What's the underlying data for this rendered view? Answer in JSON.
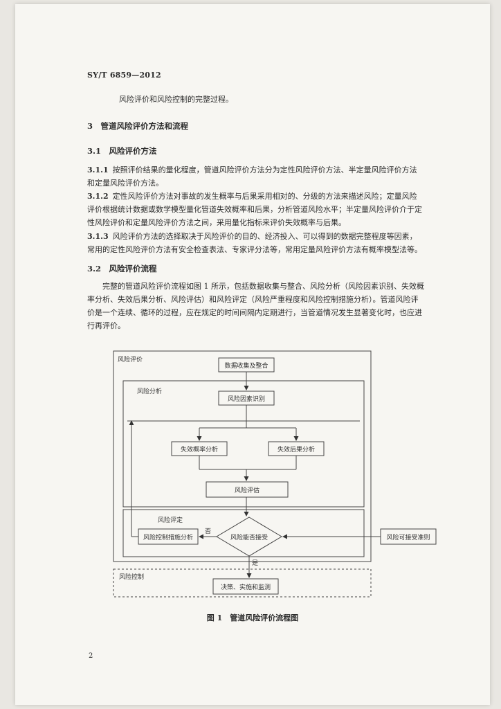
{
  "header": {
    "code": "SY/T 6859—2012"
  },
  "intro_line": "风险评价和风险控制的完整过程。",
  "sec3": {
    "title": "3　管道风险评价方法和流程"
  },
  "sec31": {
    "title": "3.1　风险评价方法"
  },
  "p311": {
    "num": "3.1.1",
    "l1": "按照评价结果的量化程度，管道风险评价方法分为定性风险评价方法、半定量风险评价方法",
    "l2": "和定量风险评价方法。"
  },
  "p312": {
    "num": "3.1.2",
    "l1": "定性风险评价方法对事故的发生概率与后果采用相对的、分级的方法来描述风险；定量风险",
    "l2": "评价根据统计数据或数学模型量化管道失效概率和后果，分析管道风险水平；半定量风险评价介于定",
    "l3": "性风险评价和定量风险评价方法之间，采用量化指标来评价失效概率与后果。"
  },
  "p313": {
    "num": "3.1.3",
    "l1": "风险评价方法的选择取决于风险评价的目的、经济投入、可以得到的数据完整程度等因素，",
    "l2": "常用的定性风险评价方法有安全检查表法、专家评分法等，常用定量风险评价方法有概率模型法等。"
  },
  "sec32": {
    "title": "3.2　风险评价流程"
  },
  "p32": {
    "l1": "完整的管道风险评价流程如图 1 所示，包括数据收集与整合、风险分析（风险因素识别、失效概",
    "l2": "率分析、失效后果分析、风险评估）和风险评定（风险严重程度和风险控制措施分析）。管道风险评",
    "l3": "价是一个连续、循环的过程，应在规定的时间间隔内定期进行，当管道情况发生显著变化时，也应进",
    "l4": "行再评价。"
  },
  "flow": {
    "outer_label": "风险评价",
    "data_collect": "数据收集及整合",
    "analysis_label": "风险分析",
    "factor_id": "风险因素识别",
    "prob_analysis": "失效概率分析",
    "cons_analysis": "失效后果分析",
    "risk_assess": "风险评估",
    "eval_label": "风险评定",
    "measure_analysis": "风险控制措施分析",
    "decision": "风险能否接受",
    "no_label": "否",
    "yes_label": "是",
    "criteria": "风险可接受准则",
    "control_label": "风险控制",
    "implement": "决策、实施和监测"
  },
  "figure": {
    "caption": "图 1　管道风险评价流程图"
  },
  "page_number": "2"
}
